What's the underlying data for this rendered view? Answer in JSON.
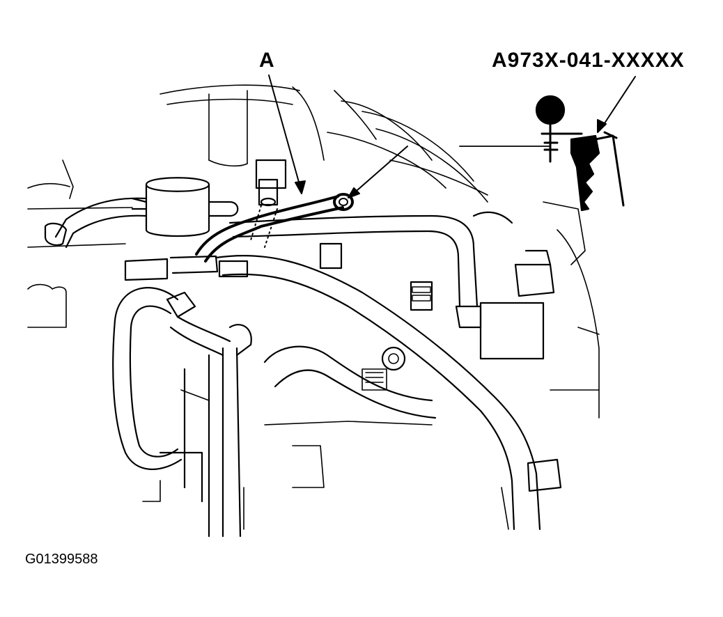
{
  "callouts": {
    "part_a": "A",
    "tool": "A973X-041-XXXXX"
  },
  "figure_id": "G01399588",
  "colors": {
    "ink": "#000000",
    "paper": "#ffffff"
  }
}
